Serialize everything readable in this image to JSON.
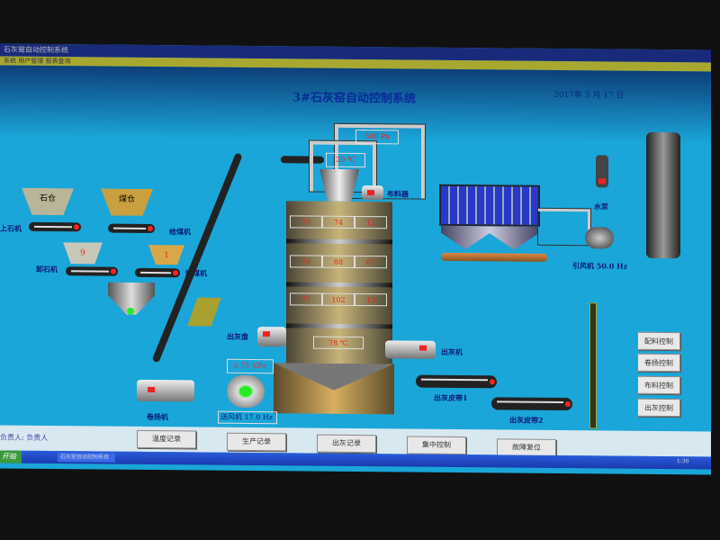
{
  "window": {
    "title": "石灰窑自动控制系统",
    "menu": "系统  用户管理  报表查询"
  },
  "header": {
    "title": "3#石灰窑自动控制系统",
    "datetime": "2017年 3 月 17 日"
  },
  "top_sensors": {
    "pressure": "500 Pa",
    "temperature": "20 ℃"
  },
  "kiln": {
    "rows": [
      [
        "70",
        "74",
        "12"
      ],
      [
        "70",
        "88",
        "67"
      ],
      [
        "77",
        "102",
        "13"
      ]
    ],
    "bottom_temp": "78 ℃"
  },
  "feed": {
    "stone_bin": "石仓",
    "coal_bin": "煤仓",
    "stone_feeder": "上石机",
    "coal_feeder": "给煤机",
    "stone_weigh": "9",
    "coal_weigh": "1",
    "stone_unloader": "卸石机",
    "coal_unloader": "卸煤机"
  },
  "equipment": {
    "distributor": "布料器",
    "water_pump": "水泵",
    "induced_fan": "引风机",
    "induced_fan_freq": "50.0 Hz",
    "ash_tray": "出灰盘",
    "ash_machine": "出灰机",
    "ash_belt1": "出灰皮带1",
    "ash_belt2": "出灰皮带2",
    "hoist": "卷扬机",
    "blower": "送风机",
    "blower_freq": "17.0 Hz",
    "blower_pressure": "0.71 KPa"
  },
  "side_buttons": [
    "配料控制",
    "卷扬控制",
    "布料控制",
    "出灰控制"
  ],
  "bottom_buttons": [
    "温度记录",
    "生产记录",
    "出灰记录",
    "集中控制",
    "故障复位"
  ],
  "status": {
    "operator": "负责人:  负责人"
  },
  "taskbar": {
    "start": "开始",
    "task": "石灰窑自动控制系统",
    "clock": "1:30"
  }
}
